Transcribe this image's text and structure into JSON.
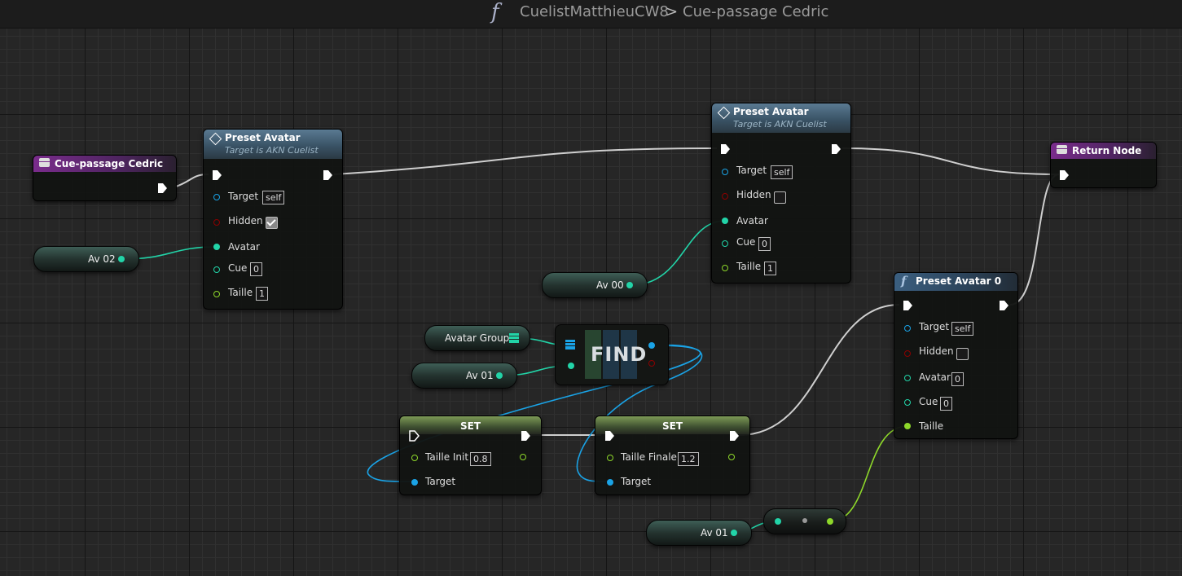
{
  "breadcrumb": {
    "func_symbol": "f",
    "parent": "CuelistMatthieuCW8",
    "separator": ">",
    "current": "Cue-passage Cedric"
  },
  "colors": {
    "exec": "#ffffff",
    "object_pin": "#1aa3e6",
    "bool_pin": "#8c0000",
    "struct_pin": "#22d4a8",
    "float_pin": "#8ed82a",
    "function_header": "#3b5f80",
    "event_header": "#7a2c8c",
    "set_header": "#7d9a56"
  },
  "nodes": {
    "entry": {
      "title": "Cue-passage Cedric",
      "icon": "event-icon"
    },
    "preset1": {
      "title": "Preset Avatar",
      "subtitle": "Target is AKN Cuelist",
      "target_label": "Target",
      "target_value": "self",
      "hidden_label": "Hidden",
      "hidden_checked": true,
      "avatar_label": "Avatar",
      "cue_label": "Cue",
      "cue_value": "0",
      "taille_label": "Taille",
      "taille_value": "1"
    },
    "preset2": {
      "title": "Preset Avatar",
      "subtitle": "Target is AKN Cuelist",
      "target_label": "Target",
      "target_value": "self",
      "hidden_label": "Hidden",
      "hidden_checked": false,
      "avatar_label": "Avatar",
      "cue_label": "Cue",
      "cue_value": "0",
      "taille_label": "Taille",
      "taille_value": "1"
    },
    "return": {
      "title": "Return Node"
    },
    "preset0": {
      "title": "Preset Avatar 0",
      "target_label": "Target",
      "target_value": "self",
      "hidden_label": "Hidden",
      "hidden_checked": false,
      "avatar_label": "Avatar",
      "avatar_value": "0",
      "cue_label": "Cue",
      "cue_value": "0",
      "taille_label": "Taille"
    },
    "set1": {
      "title": "SET",
      "var_label": "Taille Init",
      "var_value": "0.8",
      "target_label": "Target"
    },
    "set2": {
      "title": "SET",
      "var_label": "Taille Finale",
      "var_value": "1.2",
      "target_label": "Target"
    },
    "find": {
      "title": "FIND"
    }
  },
  "variables": {
    "av02": "Av 02",
    "av00": "Av 00",
    "avatar_group": "Avatar Group",
    "av01_a": "Av 01",
    "av01_b": "Av 01"
  }
}
